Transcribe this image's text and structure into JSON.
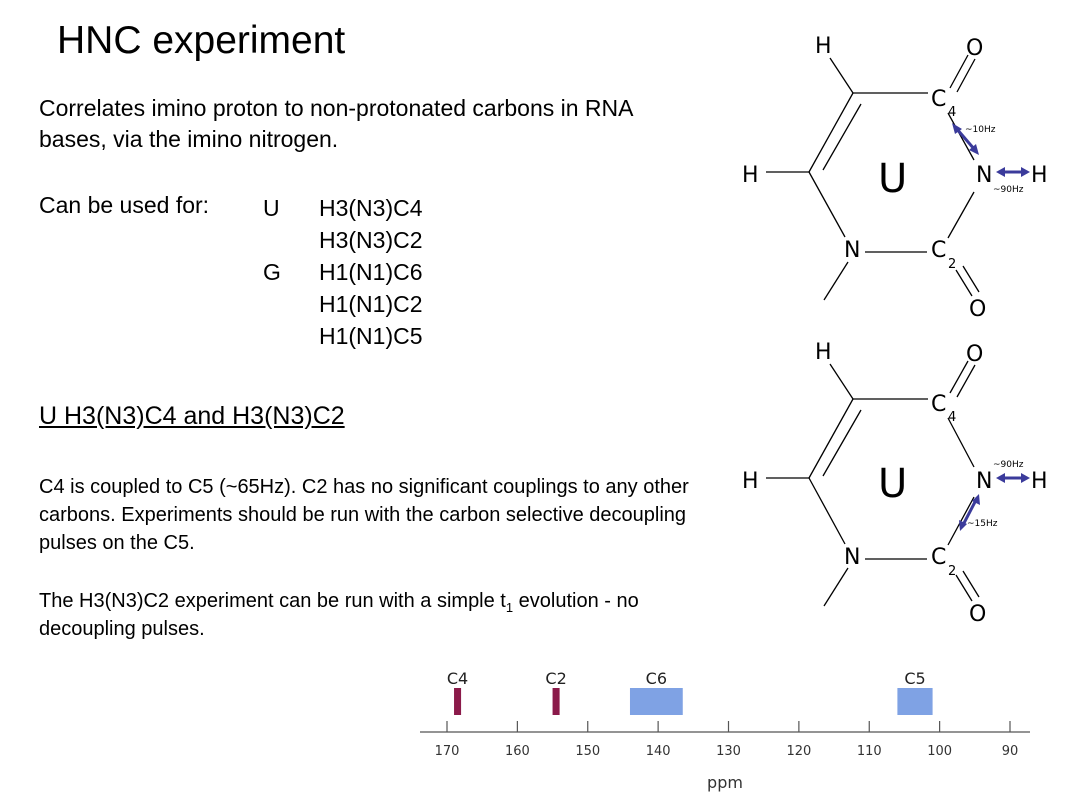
{
  "title": "HNC experiment",
  "intro": "Correlates imino proton to non-protonated carbons in RNA bases, via the imino nitrogen.",
  "used_for": {
    "label": "Can be used for:",
    "entries": [
      {
        "nucleotide": "U",
        "experiment": "H3(N3)C4"
      },
      {
        "nucleotide": "",
        "experiment": "H3(N3)C2"
      },
      {
        "nucleotide": "G",
        "experiment": "H1(N1)C6"
      },
      {
        "nucleotide": "",
        "experiment": "H1(N1)C2"
      },
      {
        "nucleotide": "",
        "experiment": "H1(N1)C5"
      }
    ]
  },
  "section_heading": "U H3(N3)C4 and H3(N3)C2",
  "paragraph1": "C4 is coupled to C5 (~65Hz). C2 has no significant couplings to any other carbons. Experiments should be run with the carbon selective decoupling pulses on the C5.",
  "paragraph2": {
    "before_sub": "The H3(N3)C2 experiment can be run with a simple t",
    "sub": "1",
    "after_sub": " evolution - no decoupling pulses."
  },
  "structures": [
    {
      "ring_label": "U",
      "atoms": {
        "h_top": "H",
        "o_top": "O",
        "c4": "C",
        "c4_sub": "4",
        "h_left": "H",
        "n3": "N",
        "h_right": "H",
        "n1": "N",
        "c2": "C",
        "c2_sub": "2",
        "o_bottom": "O"
      },
      "couplings": [
        {
          "label": "~10Hz",
          "between": "C4-N3"
        },
        {
          "label": "~90Hz",
          "between": "N3-H3"
        }
      ]
    },
    {
      "ring_label": "U",
      "atoms": {
        "h_top": "H",
        "o_top": "O",
        "c4": "C",
        "c4_sub": "4",
        "h_left": "H",
        "n3": "N",
        "h_right": "H",
        "n1": "N",
        "c2": "C",
        "c2_sub": "2",
        "o_bottom": "O"
      },
      "couplings": [
        {
          "label": "~90Hz",
          "between": "N3-H3"
        },
        {
          "label": "~15Hz",
          "between": "N3-C2"
        }
      ]
    }
  ],
  "chart_data": {
    "type": "bar",
    "xlabel": "ppm",
    "xlim": [
      170,
      90
    ],
    "ticks": [
      170,
      160,
      150,
      140,
      130,
      120,
      110,
      100,
      90
    ],
    "regions": [
      {
        "label": "C4",
        "from": 169,
        "to": 168,
        "color": "#8b1a4a"
      },
      {
        "label": "C2",
        "from": 155,
        "to": 154,
        "color": "#8b1a4a"
      },
      {
        "label": "C6",
        "from": 144,
        "to": 136.5,
        "color": "#7fa2e4"
      },
      {
        "label": "C5",
        "from": 106,
        "to": 101,
        "color": "#7fa2e4"
      }
    ]
  },
  "colors": {
    "arrow": "#3b3b9b",
    "narrow_band": "#8b1a4a",
    "wide_band": "#7fa2e4"
  }
}
